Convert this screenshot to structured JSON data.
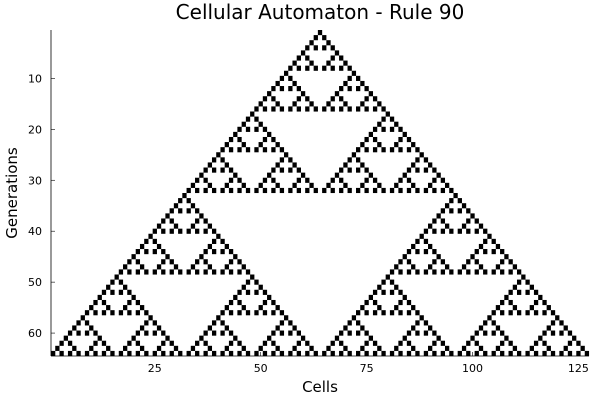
{
  "chart_data": {
    "type": "heatmap",
    "title": "Cellular Automaton - Rule 90",
    "xlabel": "Cells",
    "ylabel": "Generations",
    "rule": 90,
    "width_cells": 127,
    "generations": 64,
    "initial_live_cell": 64,
    "xlim": [
      0.5,
      127.5
    ],
    "ylim": [
      64.5,
      0.5
    ],
    "xticks": [
      25,
      50,
      75,
      100,
      125
    ],
    "yticks": [
      10,
      20,
      30,
      40,
      50,
      60
    ],
    "colors": {
      "alive": "#000000",
      "dead": "#ffffff"
    },
    "grid": false,
    "legend": "none"
  }
}
